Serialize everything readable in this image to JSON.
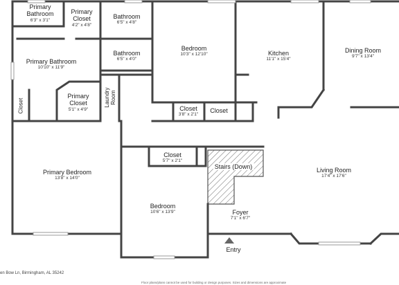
{
  "rooms": {
    "primary_bathroom_small": {
      "name": "Primary Bathroom",
      "dim": "6'3\" x 3'1\""
    },
    "primary_closet_top": {
      "name": "Primary Closet",
      "dim": "4'2\" x 4'8\""
    },
    "bathroom_top": {
      "name": "Bathroom",
      "dim": "6'5\" x 4'8\""
    },
    "bathroom_mid": {
      "name": "Bathroom",
      "dim": "6'5\" x 4'0\""
    },
    "primary_bathroom": {
      "name": "Primary Bathroom",
      "dim": "10'10\" x 11'9\""
    },
    "closet_left": {
      "name": "Closet"
    },
    "primary_closet": {
      "name": "Primary Closet",
      "dim": "5'1\" x 4'9\""
    },
    "laundry_room": {
      "name": "Laundry Room"
    },
    "bedroom_top": {
      "name": "Bedroom",
      "dim": "10'3\" x 12'10\""
    },
    "closet_mid_a": {
      "name": "Closet",
      "dim": "3'8\" x 2'1\""
    },
    "closet_mid_b": {
      "name": "Closet"
    },
    "kitchen": {
      "name": "Kitchen",
      "dim": "11'1\" x 15'4\""
    },
    "dining_room": {
      "name": "Dining Room",
      "dim": "9'7\" x 13'4\""
    },
    "primary_bedroom": {
      "name": "Primary Bedroom",
      "dim": "13'8\" x 14'0\""
    },
    "closet_bed": {
      "name": "Closet",
      "dim": "5'7\" x 2'1\""
    },
    "stairs": {
      "name": "Stairs (Down)"
    },
    "living_room": {
      "name": "Living Room",
      "dim": "17'4\" x 17'6\""
    },
    "bedroom_bottom": {
      "name": "Bedroom",
      "dim": "10'6\" x 13'9\""
    },
    "foyer": {
      "name": "Foyer",
      "dim": "7'1\" x 6'7\""
    }
  },
  "entry_label": "Entry",
  "footer": {
    "address": "en Bow Ln, Birmingham, AL 35242",
    "disclaimer": "Floor plans/plans cannot be used for building or design purposes. Sizes and dimensions are approximate"
  }
}
